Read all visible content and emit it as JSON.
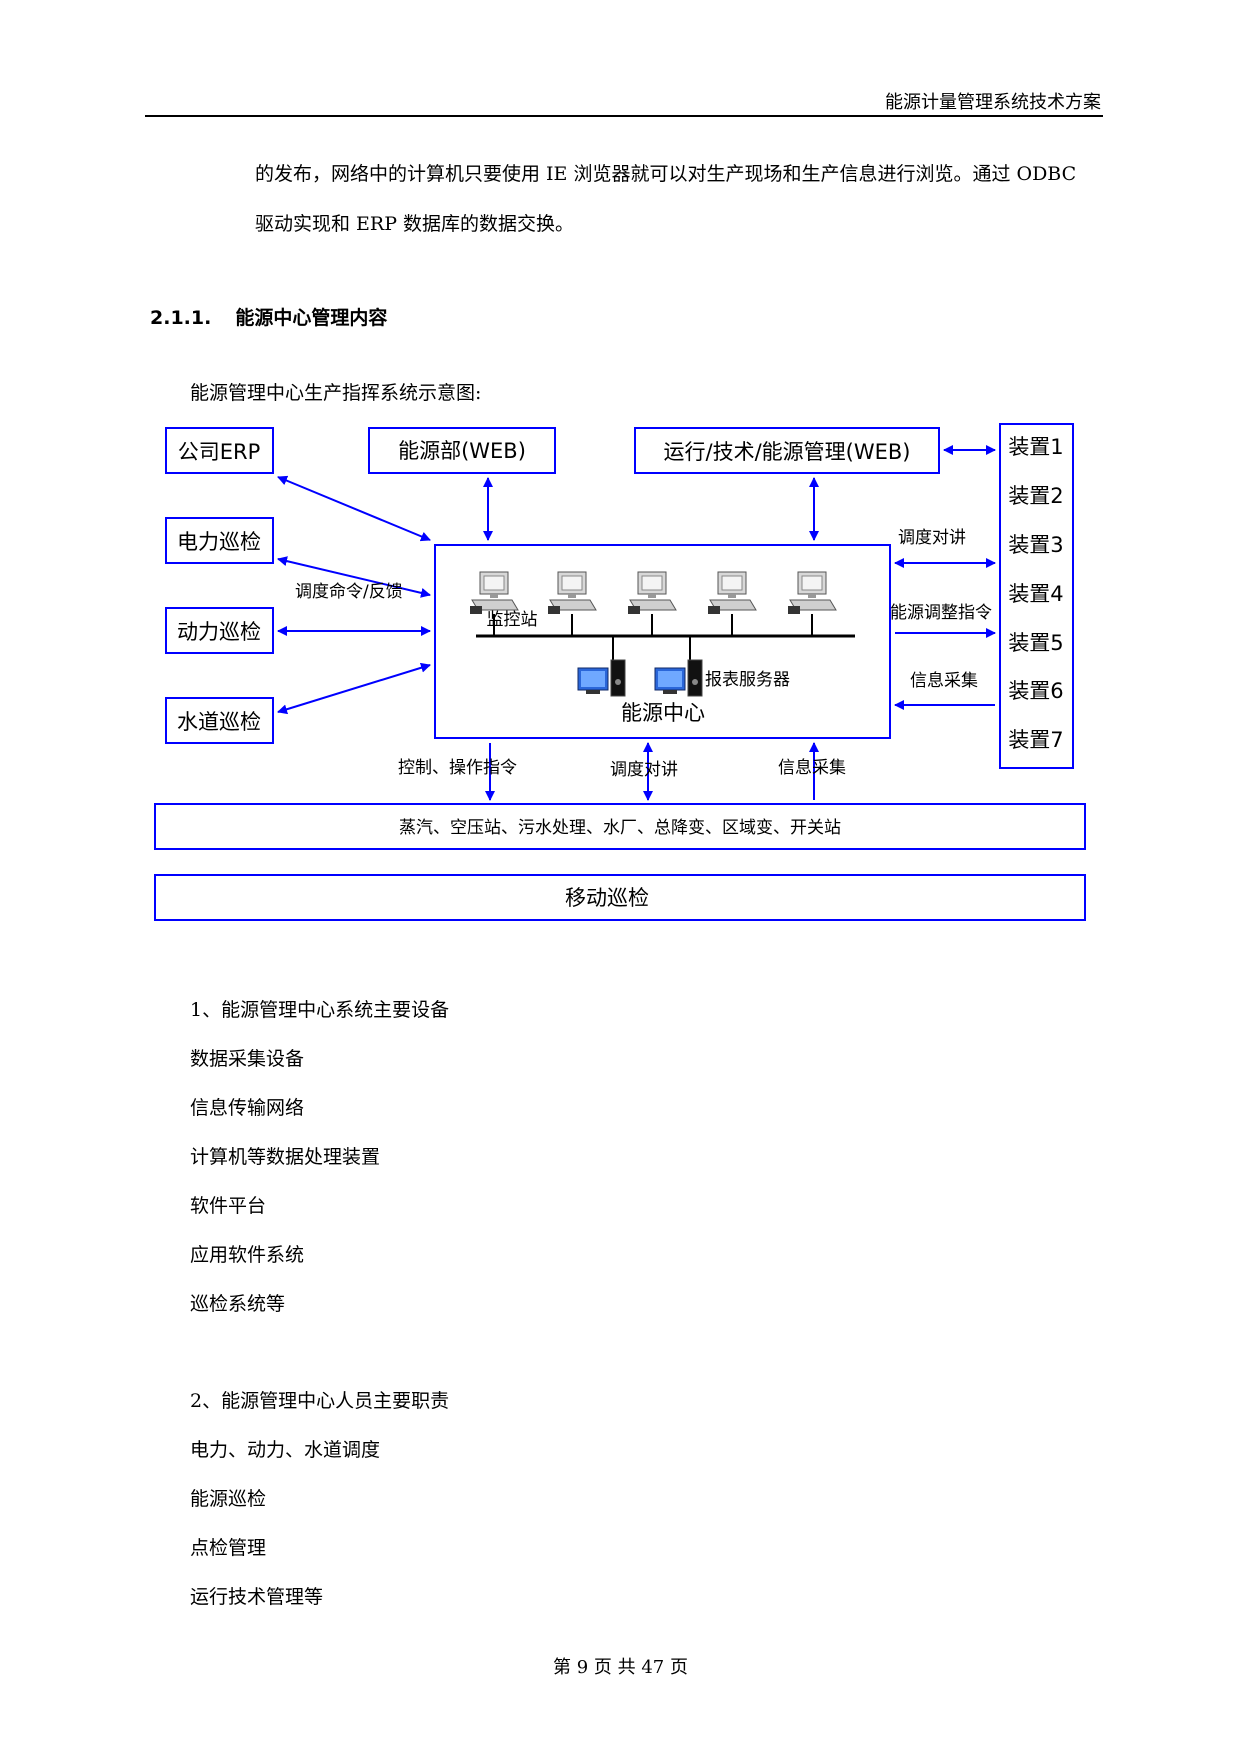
{
  "header": {
    "title": "能源计量管理系统技术方案"
  },
  "intro": {
    "line1": "的发布，网络中的计算机只要使用 IE 浏览器就可以对生产现场和生产信息进行浏览。通过 ODBC",
    "line2": "驱动实现和 ERP 数据库的数据交换。"
  },
  "section": {
    "number": "2.1.1.",
    "title": "能源中心管理内容"
  },
  "caption": "能源管理中心生产指挥系统示意图:",
  "diagram": {
    "box_company_erp": "公司ERP",
    "box_power_patrol": "电力巡检",
    "box_motive_patrol": "动力巡检",
    "box_water_patrol": "水道巡检",
    "box_energy_dept": "能源部(WEB)",
    "box_ops_mgmt": "运行/技术/能源管理(WEB)",
    "devices": [
      "装置1",
      "装置2",
      "装置3",
      "装置4",
      "装置5",
      "装置6",
      "装置7"
    ],
    "label_dispatch_cmd": "调度命令/反馈",
    "label_monitor_station": "监控站",
    "label_report_server": "报表服务器",
    "label_energy_center": "能源中心",
    "label_dispatch_talk_right": "调度对讲",
    "label_energy_adjust": "能源调整指令",
    "label_info_collect_right": "信息采集",
    "label_control_cmd": "控制、操作指令",
    "label_dispatch_talk_bottom": "调度对讲",
    "label_info_collect_bottom": "信息采集",
    "box_facilities": "蒸汽、空压站、污水处理、水厂、总降变、区域变、开关站",
    "box_mobile_patrol": "移动巡检",
    "colors": {
      "line": "#0000ff",
      "box": "#0000ff",
      "text": "#000000"
    }
  },
  "list1": {
    "title": "1、能源管理中心系统主要设备",
    "items": [
      "数据采集设备",
      "信息传输网络",
      "计算机等数据处理装置",
      "软件平台",
      "应用软件系统",
      "巡检系统等"
    ]
  },
  "list2": {
    "title": "2、能源管理中心人员主要职责",
    "items": [
      "电力、动力、水道调度",
      "能源巡检",
      "点检管理",
      "运行技术管理等"
    ]
  },
  "footer": {
    "page_text": "第 9 页 共 47 页"
  }
}
